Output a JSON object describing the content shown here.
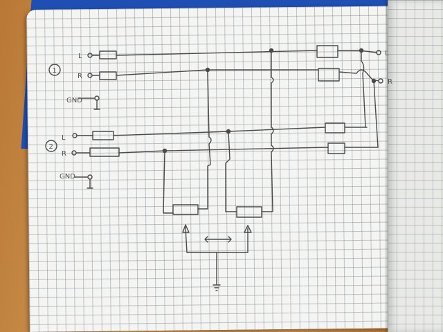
{
  "photo": {
    "description_colors": {
      "desk": "#c98f4e",
      "folder": "#1f4fb3",
      "paper": "#f4f4f2",
      "ink": "#4a4a4a"
    }
  },
  "sketch": {
    "label_1": "1",
    "label_2": "2",
    "input1_left": "L",
    "input1_right": "R",
    "input1_ground": "GND",
    "input2_left": "L",
    "input2_right": "R",
    "input2_ground": "GND",
    "output_left": "L",
    "output_right": "R"
  }
}
